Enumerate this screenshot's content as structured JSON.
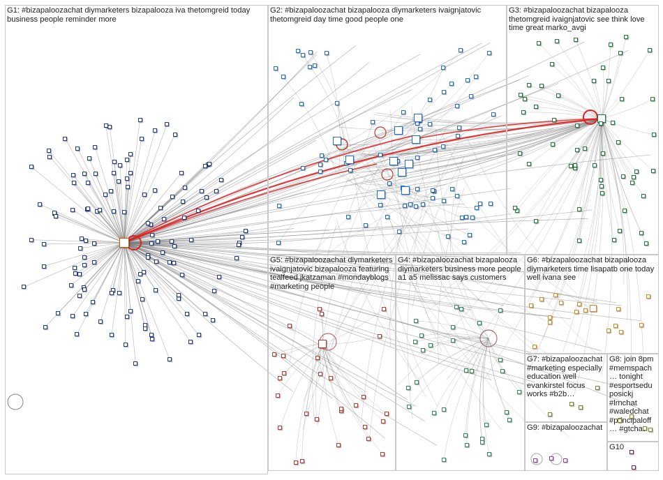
{
  "groups": [
    {
      "id": "G1",
      "label": "G1: #bizapaloozachat diymarketers bizapalooza iva thetomgreid today business people reminder more",
      "color": "#1f3a93"
    },
    {
      "id": "G2",
      "label": "G2: #bizapaloozachat bizapalooza diymarketers ivaignjatovic thetomgreid day time good people one",
      "color": "#1e6fd0"
    },
    {
      "id": "G3",
      "label": "G3: #bizapaloozachat bizapalooza thetomgreid ivaignjatovic see think love time great marko_avgi",
      "color": "#1a7a3a"
    },
    {
      "id": "G4",
      "label": "G4: #bizapaloozachat bizapalooza diymarketers business more people a1 a5 melissac says customers",
      "color": "#2e8b57"
    },
    {
      "id": "G5",
      "label": "G5: #bizapaloozachat diymarketers ivaignjatovic bizapalooza featuring tealfeed jkatzaman #mondayblogs #marketing people",
      "color": "#c0392b"
    },
    {
      "id": "G6",
      "label": "G6: #bizapaloozachat bizapalooza diymarketers time lisapatb one today well ivana see",
      "color": "#d98c1f"
    },
    {
      "id": "G7",
      "label": "G7: #bizapaloozachat #marketing especially education well evankirstel focus works #b2b…",
      "color": "#6b8e23"
    },
    {
      "id": "G8",
      "label": "G8: join 8pm #memspach… tonight #esportsedu posickj #lrnchat #waledchat #principaloff… #gtchat",
      "color": "#8a8a2a"
    },
    {
      "id": "G9",
      "label": "G9: #bizapaloozachat",
      "color": "#8e44ad"
    },
    {
      "id": "G10",
      "label": "G10",
      "color": "#7a1f5c"
    }
  ],
  "colors": {
    "edge": "#7a7a7a",
    "highlight_edge": "#e02020",
    "box_border": "#c8c8c8",
    "node_border": "#222222"
  }
}
